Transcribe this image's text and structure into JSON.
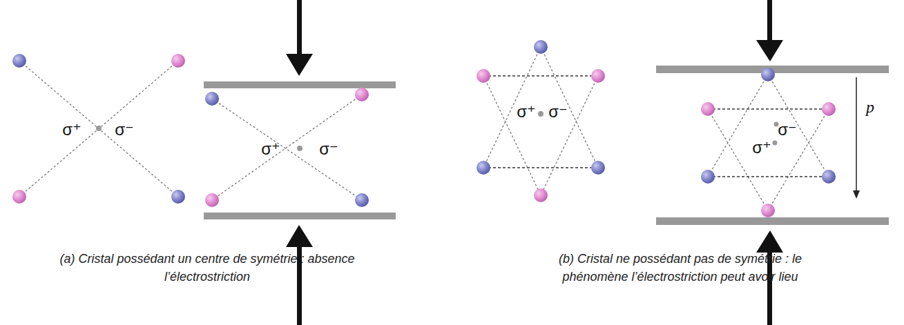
{
  "diagram": {
    "labels": [
      "σ⁺",
      "σ⁻",
      "σ⁺",
      "σ⁻",
      "σ⁺",
      "σ⁻",
      "σ⁺",
      "σ⁻",
      "p",
      "(a) Cristal possédant un centre de symétrie : absence l’électrostriction",
      "(b) Cristal ne possédant pas de symétrie : le phénomène l’électrostriction peut avoir lieu"
    ]
  }
}
